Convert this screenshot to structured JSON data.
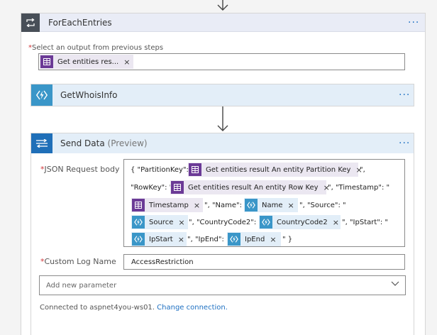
{
  "scope": {
    "title": "ForEachEntries",
    "select_label": "Select an output from previous steps",
    "select_token": "Get entities res...",
    "more": "···"
  },
  "whois": {
    "title": "GetWhoisInfo",
    "more": "···"
  },
  "send": {
    "title": "Send Data",
    "title_suffix": "(Preview)",
    "more": "···",
    "json_label": "JSON Request body",
    "json": {
      "t_partition": "{ \"PartitionKey\": \"",
      "tok_partition": "Get entities result An entity Partition Key",
      "t_after_partition": "\",",
      "t_rowkey": "\"RowKey\": \"",
      "tok_rowkey": "Get entities result An entity Row Key",
      "t_timestamp": "\", \"Timestamp\": \"",
      "tok_timestamp": "Timestamp",
      "t_name": "\", \"Name\": \"",
      "tok_name": "Name",
      "t_source": "\", \"Source\": \"",
      "tok_source": "Source",
      "t_country": "\", \"CountryCode2\": \"",
      "tok_country": "CountryCode2",
      "t_ipstart": "\", \"IpStart\": \"",
      "tok_ipstart": "IpStart",
      "t_ipend": "\", \"IpEnd\": \"",
      "tok_ipend": "IpEnd",
      "t_end": "\" }"
    },
    "log_label": "Custom Log Name",
    "log_value": "AccessRestriction",
    "add_param_placeholder": "Add new parameter",
    "connected_text": "Connected to aspnet4you-ws01.",
    "change_connection": "Change connection."
  },
  "symbols": {
    "required": "*",
    "close": "×"
  },
  "colors": {
    "accent": "#1e70c2",
    "scope_header": "#e9ecf6",
    "action_header": "#e3eef8",
    "token_purple": "#6b3a96",
    "token_blue": "#3a96c8",
    "required": "#d13438"
  },
  "icons": {
    "scope": "loop-icon",
    "token_table": "table-icon",
    "function": "function-icon",
    "send_data": "send-data-icon"
  }
}
